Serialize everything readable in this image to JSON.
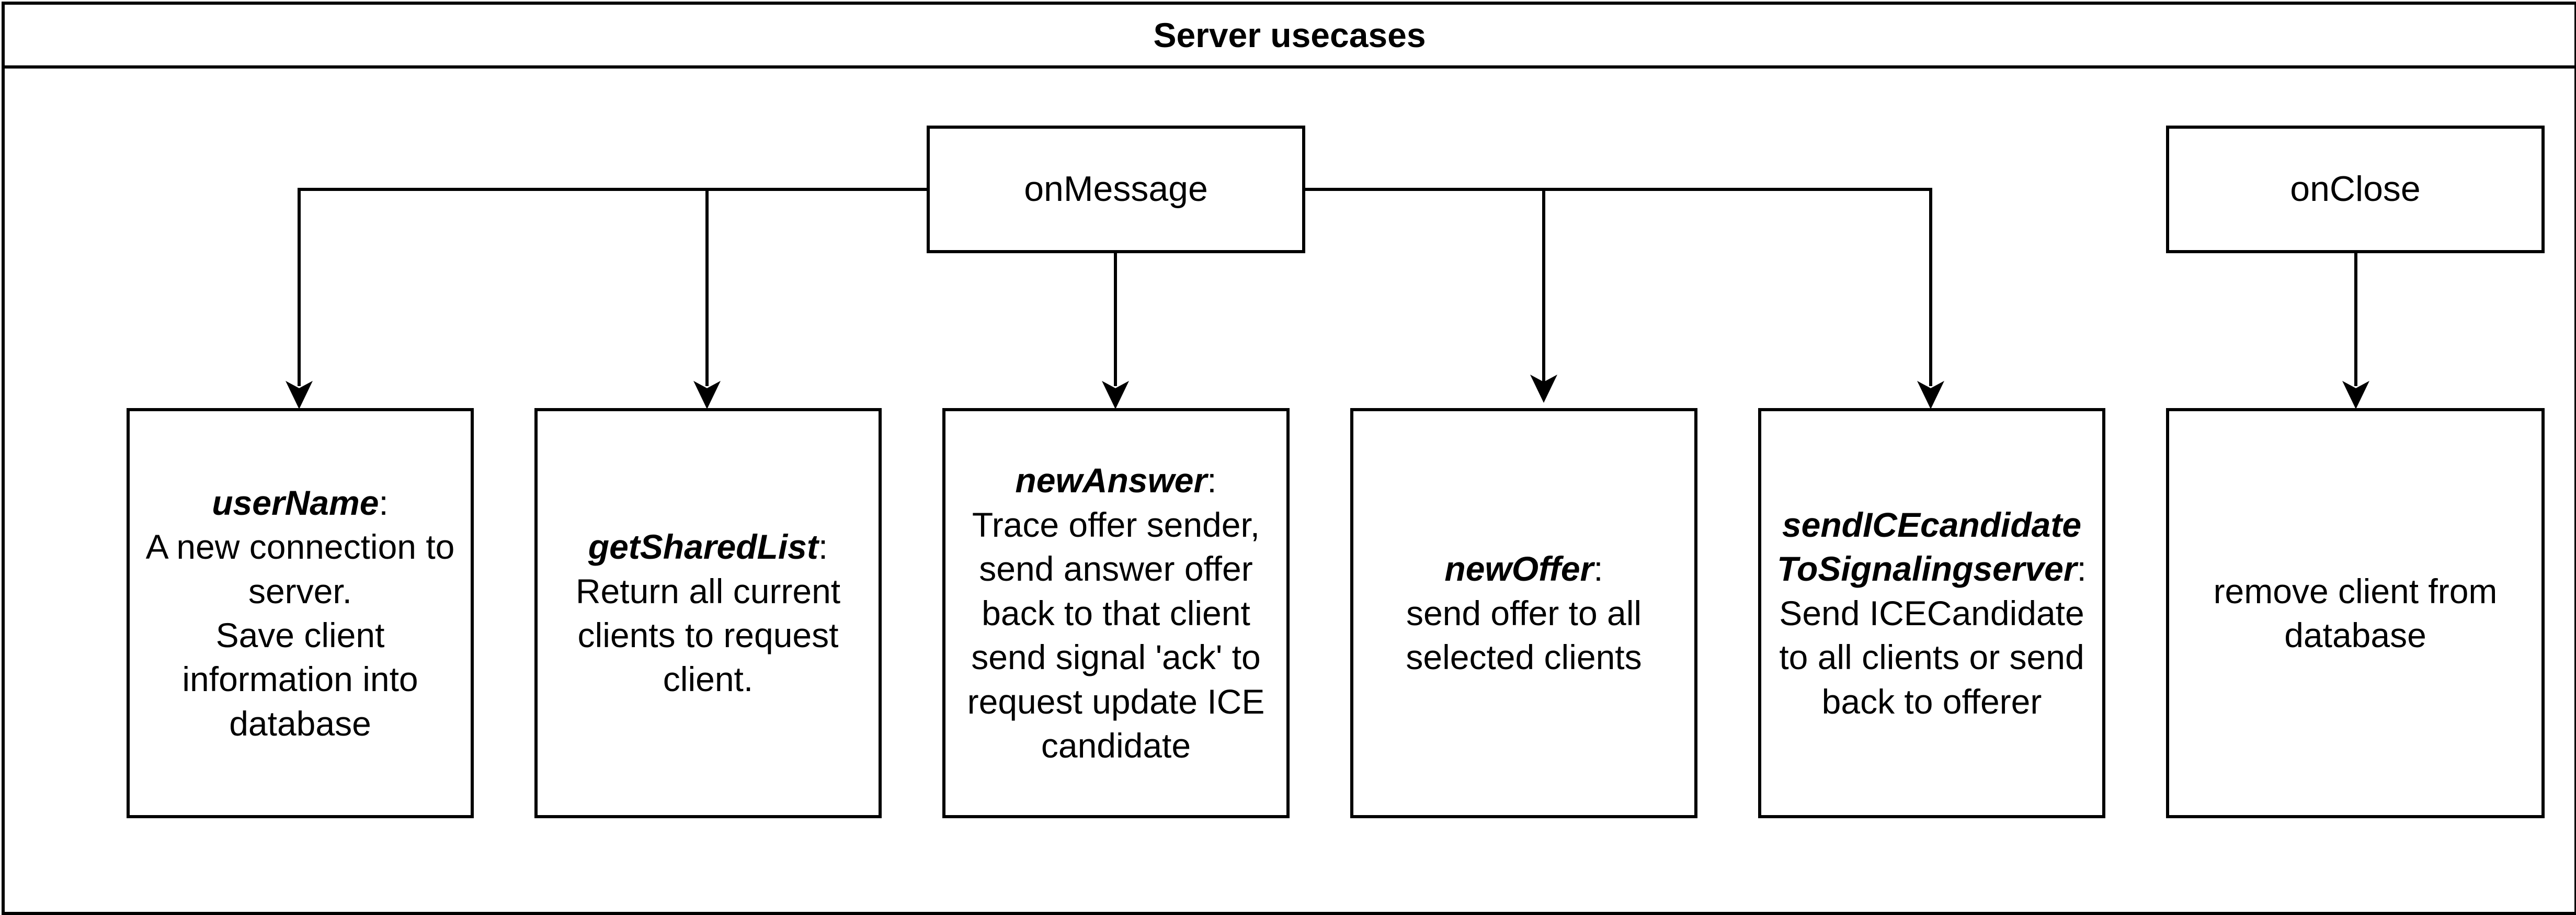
{
  "diagram": {
    "title": "Server usecases",
    "events": {
      "on_message": "onMessage",
      "on_close": "onClose"
    },
    "usecases": [
      {
        "name": "userName",
        "suffix": ":",
        "lines": [
          "A new connection to",
          "server.",
          "Save client",
          "information into",
          "database"
        ]
      },
      {
        "name": "getSharedList",
        "suffix": ":",
        "lines": [
          "Return all current",
          "clients to request",
          "client."
        ]
      },
      {
        "name": "newAnswer",
        "suffix": ":",
        "lines": [
          "Trace offer sender,",
          "send answer offer",
          "back to that client",
          "send signal 'ack' to",
          "request update ICE",
          "candidate"
        ]
      },
      {
        "name": "newOffer",
        "suffix": ":",
        "lines": [
          "send offer to all",
          "selected clients"
        ]
      },
      {
        "name_lines": [
          "sendICEcandidate",
          "ToSignalingserver"
        ],
        "suffix": ":",
        "lines": [
          "Send ICECandidate",
          "to all clients or send",
          "back to offerer"
        ]
      },
      {
        "lines": [
          "remove client from",
          "database"
        ]
      }
    ]
  }
}
